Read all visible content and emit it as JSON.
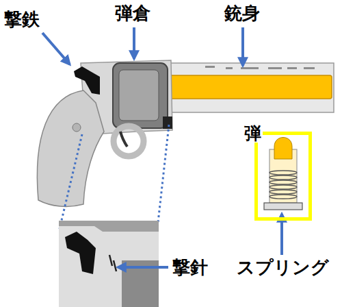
{
  "diagram": {
    "nodes": [
      {
        "text": [
          "弾"
        ]
      }
    ],
    "labels": [
      "撃鉄",
      "弾倉",
      "銃身",
      "撃針",
      "スプリング"
    ]
  }
}
